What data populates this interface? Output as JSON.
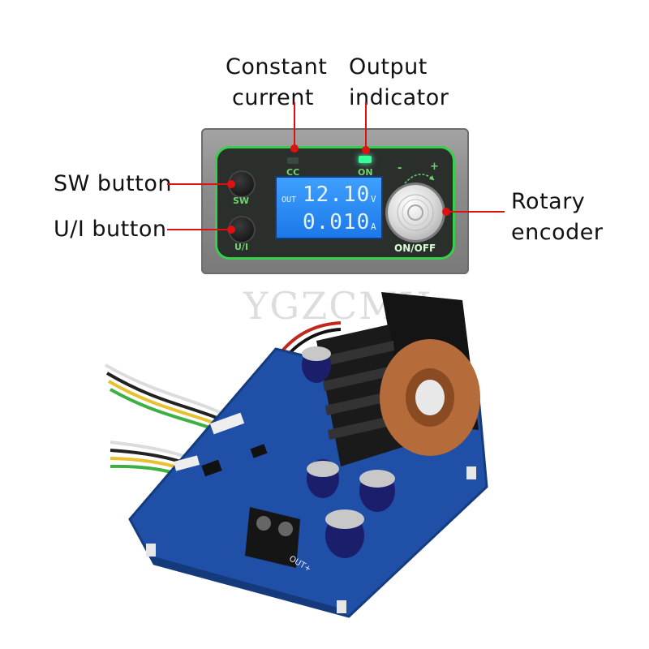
{
  "callouts": {
    "constant_current": [
      "Constant",
      "current"
    ],
    "output_indicator": [
      "Output",
      "indicator"
    ],
    "sw_button": "SW button",
    "ui_button": "U/I button",
    "rotary_encoder": [
      "Rotary",
      "encoder"
    ]
  },
  "panel": {
    "cc_label": "CC",
    "on_label": "ON",
    "sw_label": "SW",
    "ui_label": "U/I",
    "onoff_label": "ON/OFF",
    "minus": "-",
    "plus": "+"
  },
  "lcd": {
    "out": "OUT",
    "voltage": "12.10",
    "voltage_unit": "V",
    "current": "0.010",
    "current_unit": "A"
  },
  "watermark": "YGZCMH",
  "board": {
    "terminal_label": "OUT+"
  },
  "colors": {
    "pointer": "#e01010",
    "pcb_green": "#36d04a",
    "lcd_blue": "#2a8cf4",
    "board_blue": "#1f4fa6"
  }
}
